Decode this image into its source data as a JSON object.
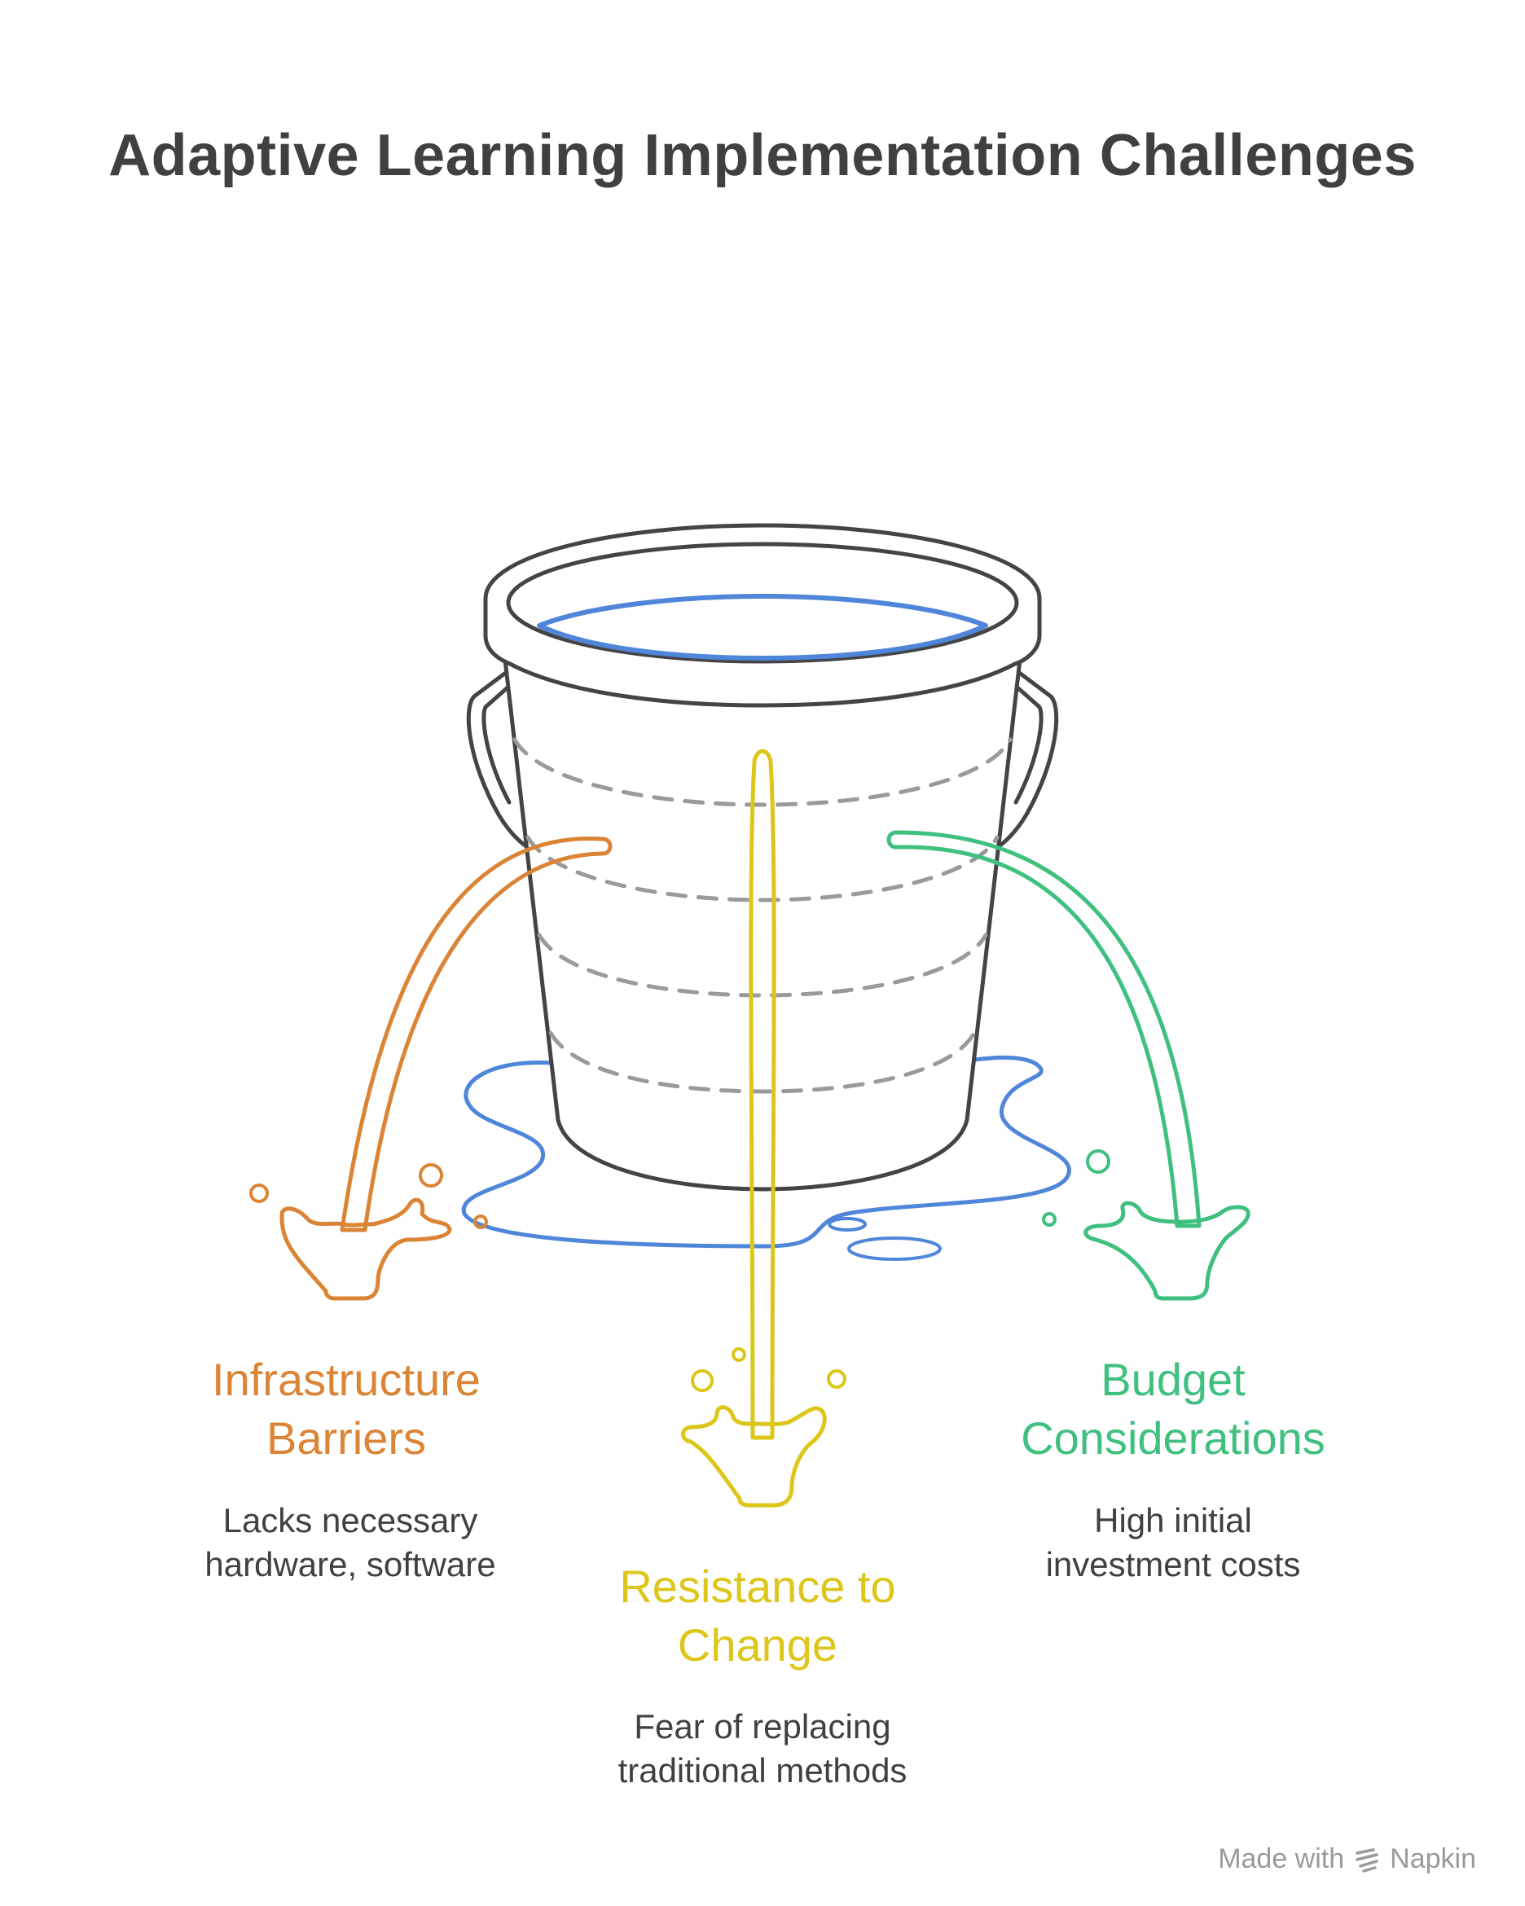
{
  "title": "Adaptive Learning Implementation Challenges",
  "colors": {
    "outline": "#444444",
    "dash": "#9a9a9a",
    "water": "#4f86d9",
    "orange": "#db8436",
    "yellow": "#dcc619",
    "green": "#3fc07f"
  },
  "challenges": [
    {
      "id": "infrastructure",
      "title_lines": [
        "Infrastructure",
        "Barriers"
      ],
      "desc_lines": [
        "Lacks necessary",
        "hardware, software"
      ],
      "color": "#db8436"
    },
    {
      "id": "resistance",
      "title_lines": [
        "Resistance to",
        "Change"
      ],
      "desc_lines": [
        "Fear of replacing",
        "traditional methods"
      ],
      "color": "#dcc619"
    },
    {
      "id": "budget",
      "title_lines": [
        "Budget",
        "Considerations"
      ],
      "desc_lines": [
        "High initial",
        "investment costs"
      ],
      "color": "#3fc07f"
    }
  ],
  "watermark": {
    "prefix": "Made with",
    "brand": "Napkin",
    "icon": "napkin-logo-icon"
  }
}
